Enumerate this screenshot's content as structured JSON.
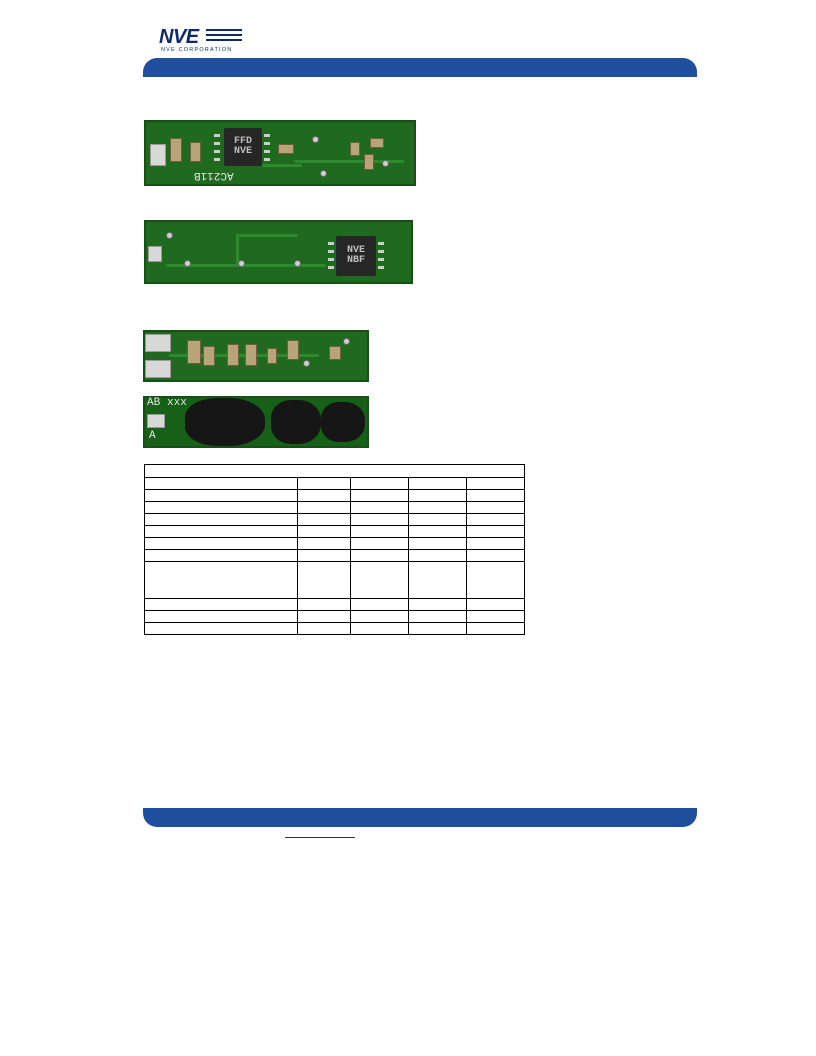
{
  "header": {
    "logo_word": "NVE",
    "logo_corp": "NVE CORPORATION",
    "brand_color": "#1f4f9c"
  },
  "photos": [
    {
      "name": "board-1",
      "chip_lines": [
        "FFD",
        "NVE"
      ],
      "silk_text": "AC211B"
    },
    {
      "name": "board-2",
      "chip_lines": [
        "NVE",
        "NBF"
      ]
    },
    {
      "name": "board-3"
    },
    {
      "name": "board-4",
      "silk_text": "AB",
      "silk_text_2": "xxx",
      "silk_text_3": "A"
    }
  ],
  "table": {
    "rows": [
      {
        "kind": "head",
        "cells": [
          ""
        ]
      },
      {
        "kind": "row",
        "cells": [
          "",
          "",
          "",
          "",
          ""
        ]
      },
      {
        "kind": "row",
        "cells": [
          "",
          "",
          "",
          "",
          ""
        ]
      },
      {
        "kind": "row",
        "cells": [
          "",
          "",
          "",
          "",
          ""
        ]
      },
      {
        "kind": "row",
        "cells": [
          "",
          "",
          "",
          "",
          ""
        ]
      },
      {
        "kind": "row",
        "cells": [
          "",
          "",
          "",
          "",
          ""
        ]
      },
      {
        "kind": "row",
        "cells": [
          "",
          "",
          "",
          "",
          ""
        ]
      },
      {
        "kind": "row",
        "cells": [
          "",
          "",
          "",
          "",
          ""
        ]
      },
      {
        "kind": "tall",
        "cells": [
          "",
          "",
          "",
          "",
          ""
        ]
      },
      {
        "kind": "row",
        "cells": [
          "",
          "",
          "",
          "",
          ""
        ]
      },
      {
        "kind": "row",
        "cells": [
          "",
          "",
          "",
          "",
          ""
        ]
      },
      {
        "kind": "row",
        "cells": [
          "",
          "",
          "",
          "",
          ""
        ]
      }
    ]
  }
}
